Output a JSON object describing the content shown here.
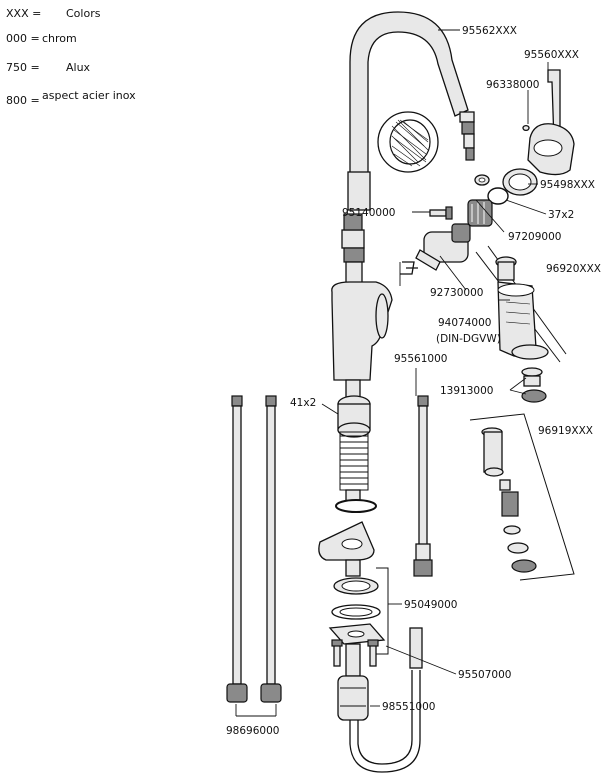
{
  "legend": {
    "rows": [
      {
        "code": "XXX =",
        "name": "Colors"
      },
      {
        "code": "000 =",
        "name": "chrom"
      },
      {
        "code": "750 =",
        "name": "Alux"
      },
      {
        "code": "800 =",
        "name": "aspect acier inox"
      }
    ]
  },
  "parts": [
    {
      "id": "spout",
      "label": "95562XXX"
    },
    {
      "id": "handle",
      "label": "95560XXX"
    },
    {
      "id": "screw-small",
      "label": "96338000"
    },
    {
      "id": "cover-ring",
      "label": "95498XXX"
    },
    {
      "id": "ring-37x2",
      "label": "37x2"
    },
    {
      "id": "nut-97209",
      "label": "97209000"
    },
    {
      "id": "screw-95140",
      "label": "95140000"
    },
    {
      "id": "cartridge",
      "label": "92730000"
    },
    {
      "id": "spray-head",
      "label": "96920XXX"
    },
    {
      "id": "check-valve",
      "label": "94074000"
    },
    {
      "id": "check-valve-note",
      "label": "(DIN-DGVW)"
    },
    {
      "id": "hose-connector",
      "label": "95561000"
    },
    {
      "id": "oring-41x2",
      "label": "41x2"
    },
    {
      "id": "aerator",
      "label": "13913000"
    },
    {
      "id": "aerator-set",
      "label": "96919XXX"
    },
    {
      "id": "mounting-set",
      "label": "95049000"
    },
    {
      "id": "pull-hose",
      "label": "95507000"
    },
    {
      "id": "weight",
      "label": "98551000"
    },
    {
      "id": "supply-hoses",
      "label": "98696000"
    }
  ]
}
